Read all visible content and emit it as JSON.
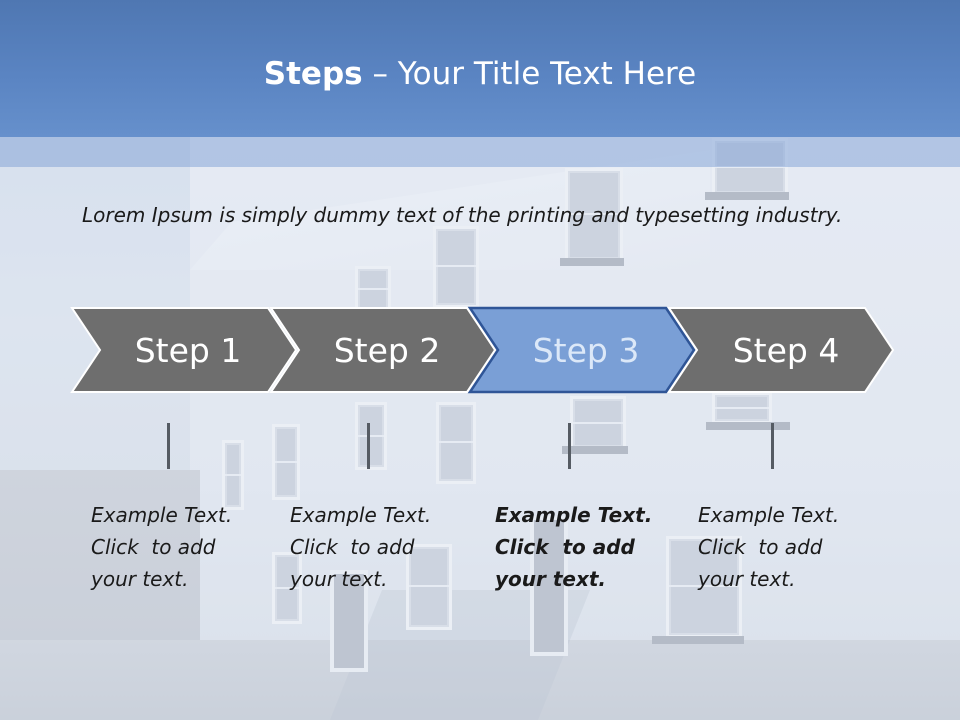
{
  "slide": {
    "title_bold": "Steps",
    "title_rest": " – Your Title Text Here",
    "intro": "Lorem Ipsum is simply dummy text of the printing and typesetting industry.",
    "steps": [
      {
        "label": "Step 1",
        "active": false,
        "text_lines": [
          "Example Text.",
          "Click  to add",
          "your text."
        ],
        "bold": false
      },
      {
        "label": "Step 2",
        "active": false,
        "text_lines": [
          "Example Text.",
          "Click  to add",
          "your text."
        ],
        "bold": false
      },
      {
        "label": "Step 3",
        "active": true,
        "text_lines": [
          "Example Text.",
          "Click  to add",
          "your text."
        ],
        "bold": true
      },
      {
        "label": "Step 4",
        "active": false,
        "text_lines": [
          "Example Text.",
          "Click  to add",
          "your text."
        ],
        "bold": false
      }
    ]
  },
  "colors": {
    "title_bar": "#5a84c2",
    "chevron_inactive": "#6e6e6e",
    "chevron_active": "#7a9fd6",
    "chevron_active_border": "#2f5597"
  }
}
